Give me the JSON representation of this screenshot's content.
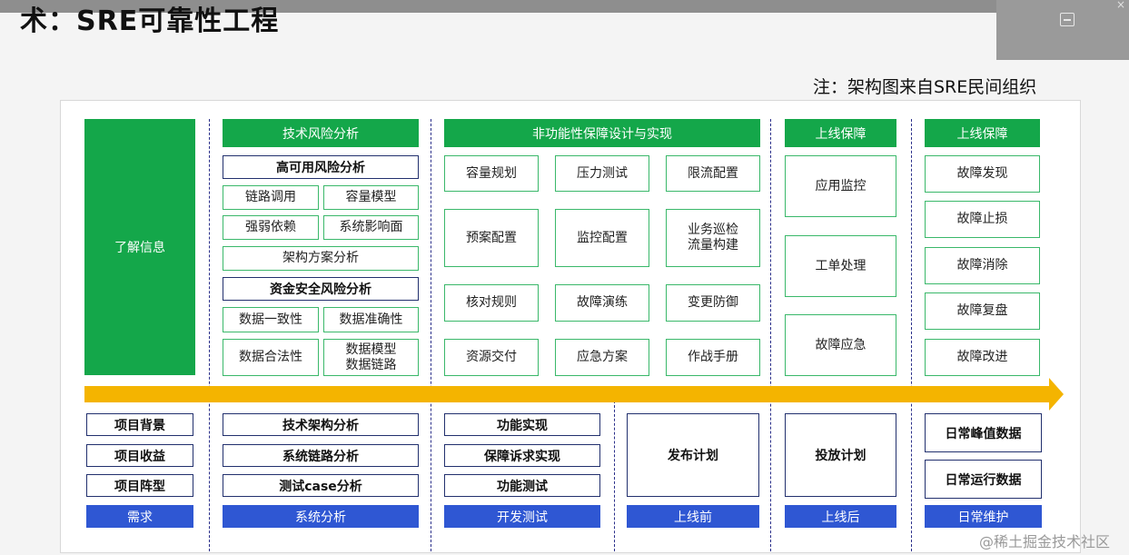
{
  "slide_title": "术：SRE可靠性工程",
  "note": "注：架构图来自SRE民间组织",
  "watermark": "@稀土掘金技术社区",
  "top": {
    "know_info": "了解信息",
    "tech_risk": {
      "header": "技术风险分析",
      "ha_header": "高可用风险分析",
      "ha_items": [
        "链路调用",
        "容量模型",
        "强弱依赖",
        "系统影响面"
      ],
      "arch": "架构方案分析",
      "fund_header": "资金安全风险分析",
      "fund_items": [
        "数据一致性",
        "数据准确性",
        "数据合法性",
        "数据模型\n数据链路"
      ]
    },
    "nonfunc": {
      "header": "非功能性保障设计与实现",
      "items": [
        "容量规划",
        "压力测试",
        "限流配置",
        "预案配置",
        "监控配置",
        "业务巡检\n流量构建",
        "核对规则",
        "故障演练",
        "变更防御",
        "资源交付",
        "应急方案",
        "作战手册"
      ]
    },
    "online1": {
      "header": "上线保障",
      "items": [
        "应用监控",
        "工单处理",
        "故障应急"
      ]
    },
    "online2": {
      "header": "上线保障",
      "items": [
        "故障发现",
        "故障止损",
        "故障消除",
        "故障复盘",
        "故障改进"
      ]
    }
  },
  "bottom": {
    "req": {
      "items": [
        "项目背景",
        "项目收益",
        "项目阵型"
      ],
      "label": "需求"
    },
    "sys": {
      "items": [
        "技术架构分析",
        "系统链路分析",
        "测试case分析"
      ],
      "label": "系统分析"
    },
    "dev": {
      "items": [
        "功能实现",
        "保障诉求实现",
        "功能测试"
      ],
      "label": "开发测试"
    },
    "pre": {
      "item": "发布计划",
      "label": "上线前"
    },
    "post": {
      "item": "投放计划",
      "label": "上线后"
    },
    "maint": {
      "items": [
        "日常峰值数据",
        "日常运行数据"
      ],
      "label": "日常维护"
    }
  },
  "colors": {
    "green": "#14a74a",
    "navy": "#22306e",
    "blue": "#2f57d3",
    "arrow": "#f4b400"
  }
}
